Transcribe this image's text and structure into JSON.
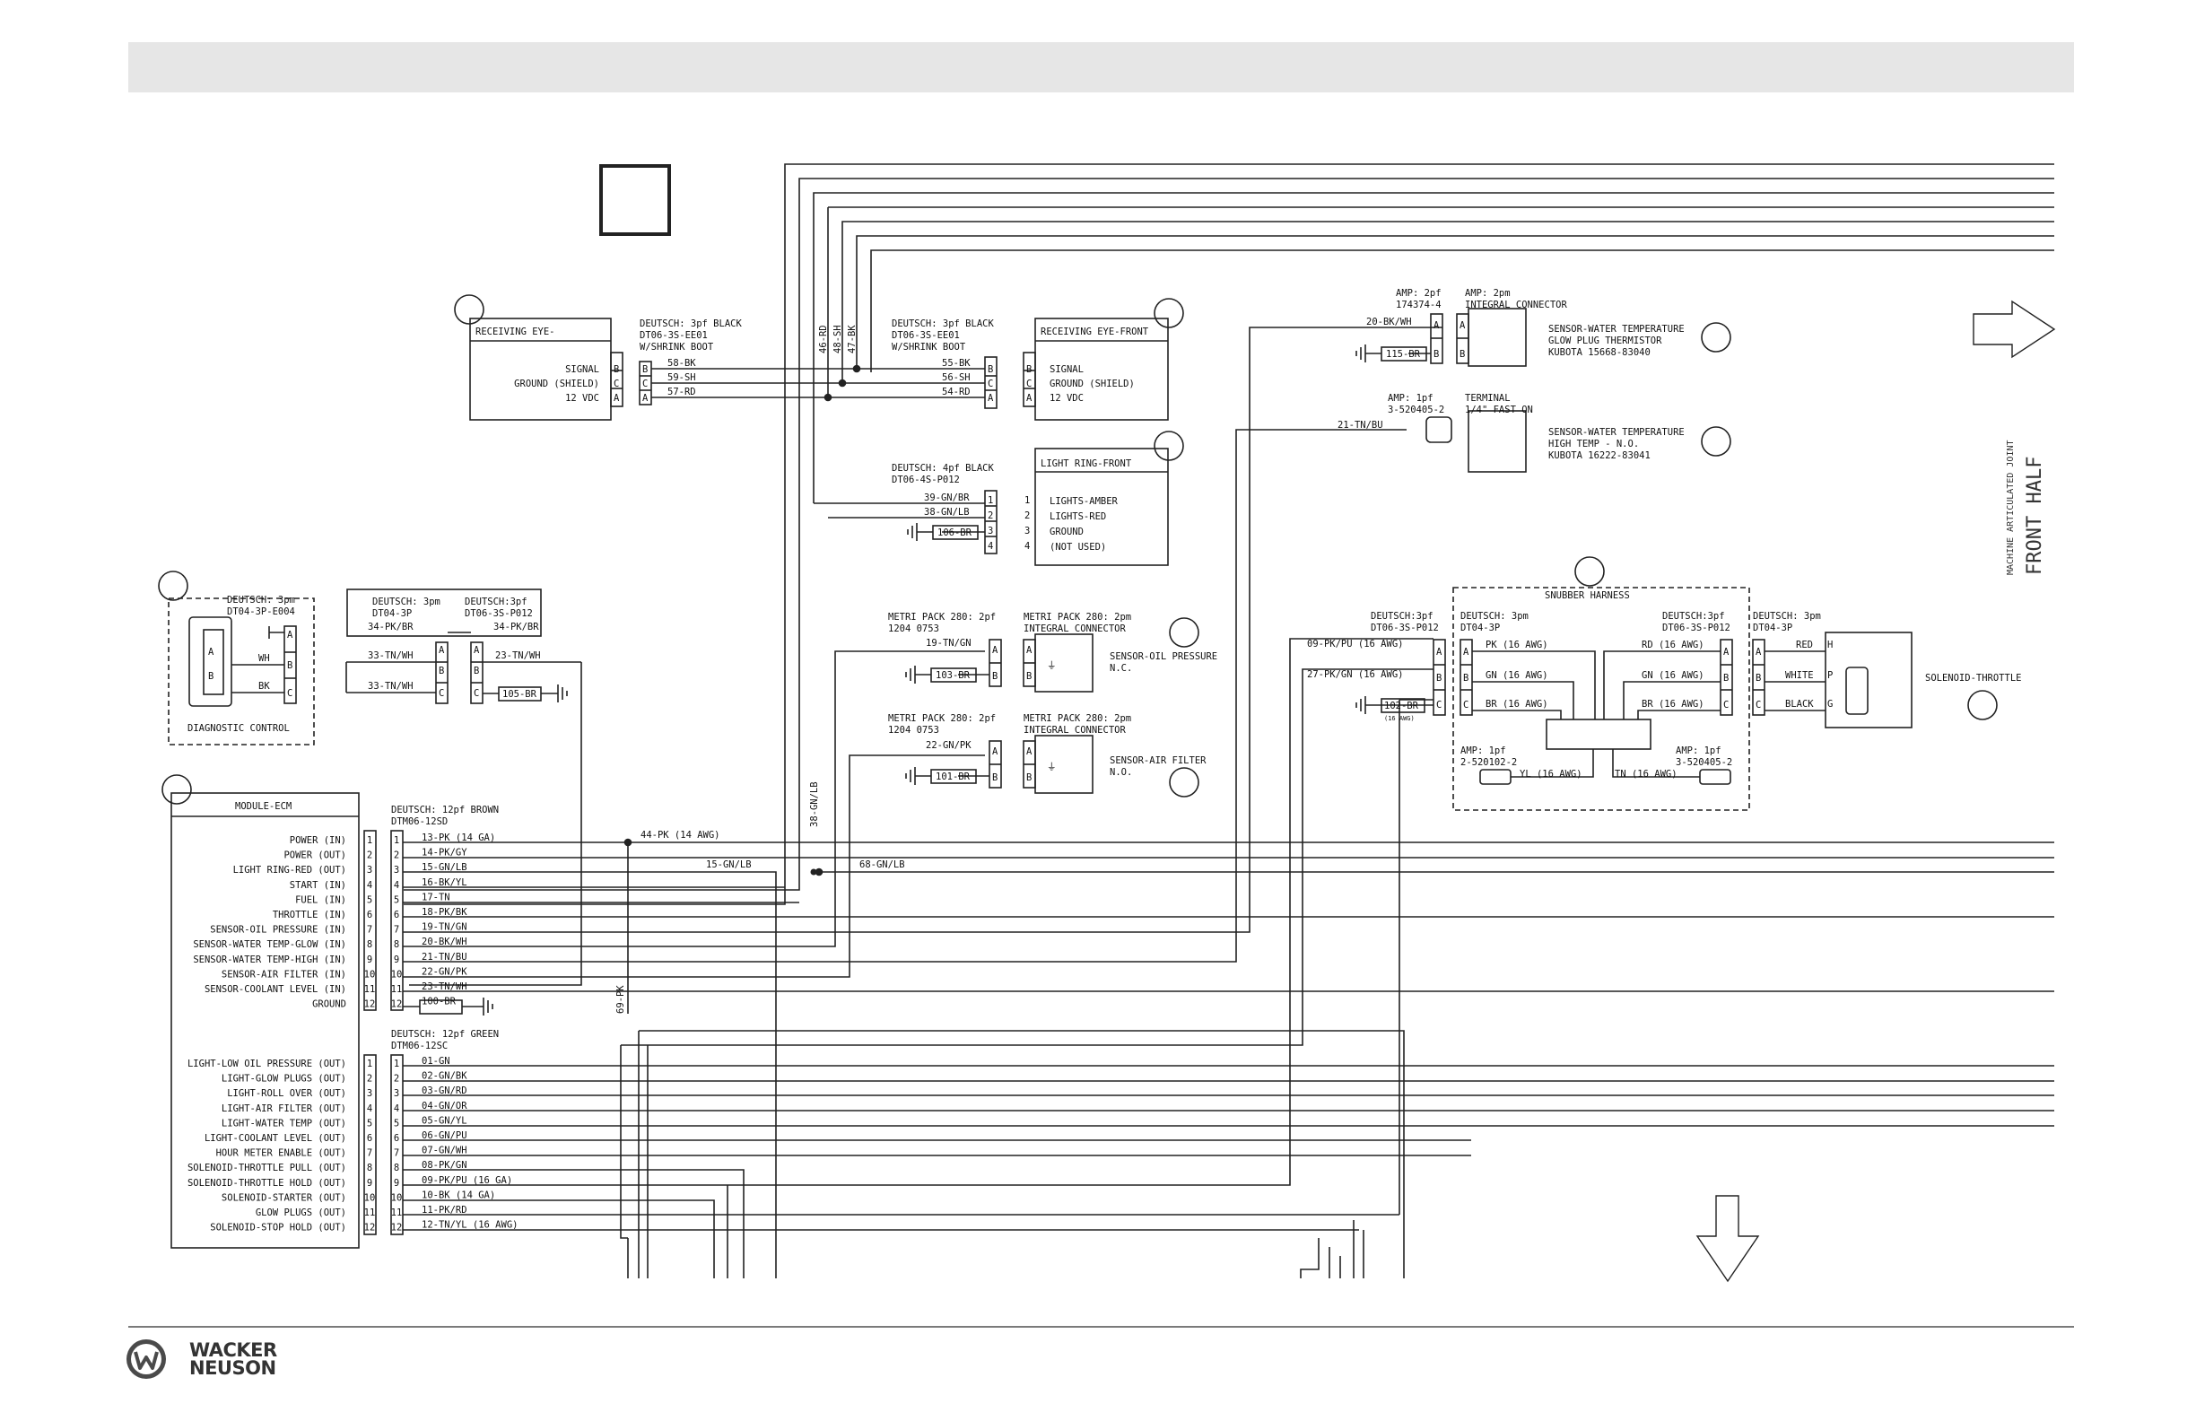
{
  "brand": {
    "line1": "WACKER",
    "line2": "NEUSON"
  },
  "vertical_label": {
    "line1": "MACHINE ARTICULATED JOINT",
    "line2": "FRONT HALF"
  },
  "ecm": {
    "title": "MODULE-ECM",
    "conn_a": {
      "title": "DEUTSCH: 12pf BROWN",
      "part": "DTM06-12SD",
      "pins": [
        {
          "num": "1",
          "label": "POWER (IN)",
          "wire": "13-PK  (14 GA)"
        },
        {
          "num": "2",
          "label": "POWER (OUT)",
          "wire": "14-PK/GY"
        },
        {
          "num": "3",
          "label": "LIGHT RING-RED (OUT)",
          "wire": "15-GN/LB"
        },
        {
          "num": "4",
          "label": "START (IN)",
          "wire": "16-BK/YL"
        },
        {
          "num": "5",
          "label": "FUEL (IN)",
          "wire": "17-TN"
        },
        {
          "num": "6",
          "label": "THROTTLE (IN)",
          "wire": "18-PK/BK"
        },
        {
          "num": "7",
          "label": "SENSOR-OIL PRESSURE (IN)",
          "wire": "19-TN/GN"
        },
        {
          "num": "8",
          "label": "SENSOR-WATER TEMP-GLOW (IN)",
          "wire": "20-BK/WH"
        },
        {
          "num": "9",
          "label": "SENSOR-WATER TEMP-HIGH (IN)",
          "wire": "21-TN/BU"
        },
        {
          "num": "10",
          "label": "SENSOR-AIR FILTER (IN)",
          "wire": "22-GN/PK"
        },
        {
          "num": "11",
          "label": "SENSOR-COOLANT LEVEL (IN)",
          "wire": "23-TN/WH"
        },
        {
          "num": "12",
          "label": "GROUND",
          "wire": "100-BR"
        }
      ]
    },
    "conn_b": {
      "title": "DEUTSCH: 12pf GREEN",
      "part": "DTM06-12SC",
      "pins": [
        {
          "num": "1",
          "label": "LIGHT-LOW OIL PRESSURE (OUT)",
          "wire": "01-GN"
        },
        {
          "num": "2",
          "label": "LIGHT-GLOW PLUGS (OUT)",
          "wire": "02-GN/BK"
        },
        {
          "num": "3",
          "label": "LIGHT-ROLL OVER (OUT)",
          "wire": "03-GN/RD"
        },
        {
          "num": "4",
          "label": "LIGHT-AIR FILTER (OUT)",
          "wire": "04-GN/OR"
        },
        {
          "num": "5",
          "label": "LIGHT-WATER TEMP (OUT)",
          "wire": "05-GN/YL"
        },
        {
          "num": "6",
          "label": "LIGHT-COOLANT LEVEL (OUT)",
          "wire": "06-GN/PU"
        },
        {
          "num": "7",
          "label": "HOUR METER ENABLE (OUT)",
          "wire": "07-GN/WH"
        },
        {
          "num": "8",
          "label": "SOLENOID-THROTTLE PULL (OUT)",
          "wire": "08-PK/GN"
        },
        {
          "num": "9",
          "label": "SOLENOID-THROTTLE HOLD (OUT)",
          "wire": "09-PK/PU (16 GA)"
        },
        {
          "num": "10",
          "label": "SOLENOID-STARTER (OUT)",
          "wire": "10-BK (14 GA)"
        },
        {
          "num": "11",
          "label": "GLOW PLUGS (OUT)",
          "wire": "11-PK/RD"
        },
        {
          "num": "12",
          "label": "SOLENOID-STOP HOLD (OUT)",
          "wire": "12-TN/YL (16 AWG)"
        }
      ]
    }
  },
  "wire_labels": {
    "w44": "44-PK (14 AWG)",
    "w15": "15-GN/LB",
    "w68": "68-GN/LB",
    "w69": "69-PK",
    "w38v": "38-GN/LB",
    "w46": "46-RD",
    "w48": "48-SH",
    "w47": "47-BK"
  },
  "diagnostic": {
    "conn_title": "DEUTSCH: 3pm",
    "conn_part": "DT04-3P-E004",
    "wire_b": "WH",
    "wire_c": "BK",
    "caption": "DIAGNOSTIC CONTROL",
    "tool_a": "A",
    "tool_b": "B"
  },
  "jumper": {
    "left_title": "DEUTSCH: 3pm",
    "left_part": "DT04-3P",
    "right_title": "DEUTSCH:3pf",
    "right_part": "DT06-3S-P012",
    "w34l": "34-PK/BR",
    "w34r": "34-PK/BR",
    "w33a": "33-TN/WH",
    "w33b": "33-TN/WH",
    "w23": "23-TN/WH",
    "ground": "105-BR"
  },
  "eye_rear": {
    "title": "RECEIVING EYE-",
    "conn_title": "DEUTSCH: 3pf BLACK",
    "conn_part": "DT06-3S-EE01",
    "conn_note": "W/SHRINK BOOT",
    "signal": "SIGNAL",
    "ground": "GROUND (SHIELD)",
    "vdc": "12 VDC",
    "w58": "58-BK",
    "w59": "59-SH",
    "w57": "57-RD"
  },
  "eye_front": {
    "title": "RECEIVING EYE-FRONT",
    "conn_title": "DEUTSCH: 3pf BLACK",
    "conn_part": "DT06-3S-EE01",
    "conn_note": "W/SHRINK BOOT",
    "signal": "SIGNAL",
    "ground": "GROUND (SHIELD)",
    "vdc": "12 VDC",
    "w55": "55-BK",
    "w56": "56-SH",
    "w54": "54-RD"
  },
  "light_ring": {
    "title": "LIGHT RING-FRONT",
    "conn_title": "DEUTSCH: 4pf BLACK",
    "conn_part": "DT06-4S-P012",
    "l1": "LIGHTS-AMBER",
    "l2": "LIGHTS-RED",
    "l3": "GROUND",
    "l4": "(NOT USED)",
    "w39": "39-GN/BR",
    "w38": "38-GN/LB",
    "ground": "106-BR"
  },
  "oil_sensor": {
    "conn1_title": "METRI PACK 280: 2pf",
    "conn1_part": "1204 0753",
    "conn2_title": "METRI PACK 280: 2pm",
    "conn2_part": "INTEGRAL CONNECTOR",
    "label": "SENSOR-OIL PRESSURE",
    "state": "N.C.",
    "w19": "19-TN/GN",
    "ground": "103-BR"
  },
  "air_sensor": {
    "conn1_title": "METRI PACK 280: 2pf",
    "conn1_part": "1204 0753",
    "conn2_title": "METRI PACK 280: 2pm",
    "conn2_part": "INTEGRAL CONNECTOR",
    "label": "SENSOR-AIR FILTER",
    "state": "N.O.",
    "w22": "22-GN/PK",
    "ground": "101-BR"
  },
  "water_glow": {
    "amp1_title": "AMP: 2pf",
    "amp1_part": "174374-4",
    "amp2_title": "AMP: 2pm",
    "amp2_part": "INTEGRAL CONNECTOR",
    "w20": "20-BK/WH",
    "ground": "115-BR",
    "l1": "SENSOR-WATER TEMPERATURE",
    "l2": "GLOW PLUG THERMISTOR",
    "l3": "KUBOTA 15668-83040"
  },
  "water_high": {
    "amp_title": "AMP: 1pf",
    "amp_part": "3-520405-2",
    "term_title": "TERMINAL",
    "term_part": "1/4\" FAST ON",
    "w21": "21-TN/BU",
    "l1": "SENSOR-WATER TEMPERATURE",
    "l2": "HIGH TEMP - N.O.",
    "l3": "KUBOTA 16222-83041"
  },
  "snubber": {
    "title": "SNUBBER HARNESS",
    "c1_title": "DEUTSCH:3pf",
    "c1_part": "DT06-3S-P012",
    "c2_title": "DEUTSCH: 3pm",
    "c2_part": "DT04-3P",
    "c3_title": "DEUTSCH:3pf",
    "c3_part": "DT06-3S-P012",
    "c4_title": "DEUTSCH: 3pm",
    "c4_part": "DT04-3P",
    "w09": "09-PK/PU (16 AWG)",
    "w27": "27-PK/GN (16 AWG)",
    "ground": "102-BR",
    "ground_note": "(16 AWG)",
    "pk": "PK (16 AWG)",
    "gn": "GN (16 AWG)",
    "br": "BR (16 AWG)",
    "rd": "RD (16 AWG)",
    "gn2": "GN (16 AWG)",
    "br2": "BR (16 AWG)",
    "amp1_title": "AMP: 1pf",
    "amp1_part": "2-520102-2",
    "amp2_title": "AMP: 1pf",
    "amp2_part": "3-520405-2",
    "yl": "YL (16 AWG)",
    "tn": "TN (16 AWG)"
  },
  "throttle": {
    "red": "RED",
    "white": "WHITE",
    "black": "BLACK",
    "label": "SOLENOID-THROTTLE"
  }
}
